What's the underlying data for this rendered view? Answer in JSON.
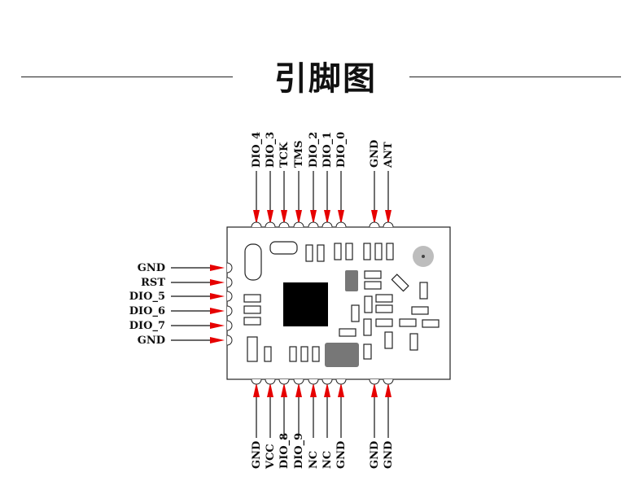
{
  "title": "引脚图",
  "colors": {
    "arrow": "#e60000",
    "board_stroke": "#222222",
    "chip": "#000000",
    "gray_part": "#777777",
    "knob": "#bdbdbd"
  },
  "pins": {
    "top": [
      "DIO_4",
      "DIO_3",
      "TCK",
      "TMS",
      "DIO_2",
      "DIO_1",
      "DIO_0",
      "GND",
      "ANT"
    ],
    "left": [
      "GND",
      "RST",
      "DIO_5",
      "DIO_6",
      "DIO_7",
      "GND"
    ],
    "bottom": [
      "GND",
      "VCC",
      "DIO_8",
      "DIO_9",
      "NC",
      "NC",
      "GND",
      "GND",
      "GND"
    ]
  }
}
